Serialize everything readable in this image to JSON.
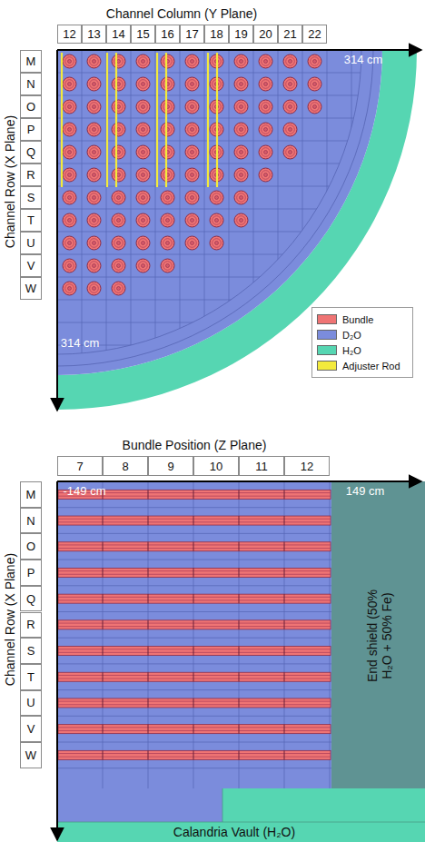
{
  "diagram": {
    "labels": [
      "Channel Column (Y Plane)",
      "12",
      "13",
      "14",
      "15",
      "16",
      "17",
      "18",
      "19",
      "20",
      "21",
      "22",
      "Channel Row (X Plane)",
      "M",
      "N",
      "O",
      "P",
      "Q",
      "R",
      "S",
      "T",
      "U",
      "V",
      "W",
      "314 cm",
      "314 cm",
      "Bundle Position (Z Plane)",
      "7",
      "8",
      "9",
      "10",
      "11",
      "12",
      "Channel Row (X Plane)",
      "M",
      "N",
      "O",
      "P",
      "Q",
      "R",
      "S",
      "T",
      "U",
      "V",
      "W",
      "-149 cm",
      "149 cm",
      "End shield (50% H₂O + 50% Fe)",
      "Calandria Vault (H₂O)"
    ],
    "legend": [
      {
        "text": "Bundle",
        "color": "#ef7474"
      },
      {
        "text": "D₂O",
        "color": "#7b8cdc"
      },
      {
        "text": "H₂O",
        "color": "#56d6b2"
      },
      {
        "text": "Adjuster Rod",
        "color": "#f3ea3c"
      }
    ]
  }
}
